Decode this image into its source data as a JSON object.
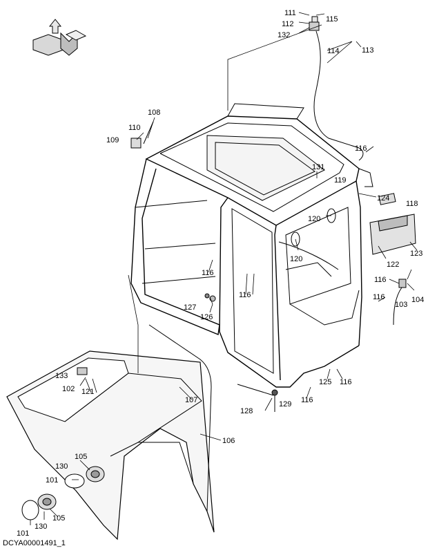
{
  "diagram": {
    "doc_id": "DCYA00001491_1",
    "callouts": {
      "c111": "111",
      "c115": "115",
      "c112": "112",
      "c132": "132",
      "c114": "114",
      "c113": "113",
      "c108": "108",
      "c110": "110",
      "c109": "109",
      "c116a": "116",
      "c131": "131",
      "c119": "119",
      "c124": "124",
      "c118": "118",
      "c120a": "120",
      "c120b": "120",
      "c122": "122",
      "c123": "123",
      "c116b": "116",
      "c116c": "116",
      "c104": "104",
      "c103": "103",
      "c116d": "116",
      "c116e": "116",
      "c127": "127",
      "c126": "126",
      "c133": "133",
      "c102": "102",
      "c121": "121",
      "c107": "107",
      "c125": "125",
      "c116f": "116",
      "c128": "128",
      "c129": "129",
      "c116g": "116",
      "c106": "106",
      "c130a": "130",
      "c105a": "105",
      "c101a": "101",
      "c101b": "101",
      "c130b": "130",
      "c105b": "105"
    }
  }
}
